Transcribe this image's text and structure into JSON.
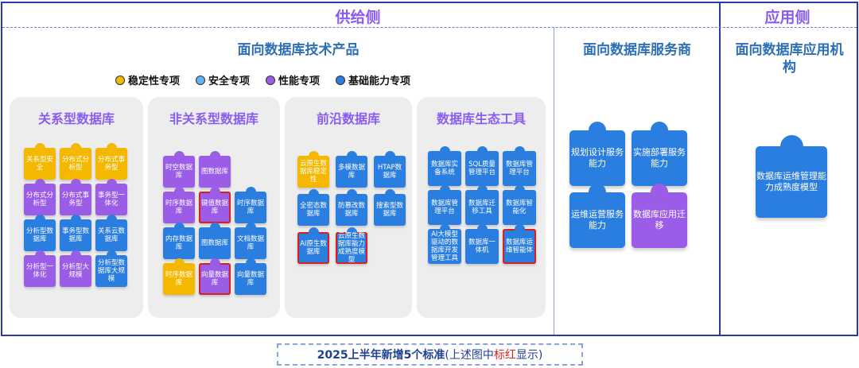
{
  "header": {
    "supply_side": "供给侧",
    "application_side": "应用侧",
    "tech_products": "面向数据库技术产品",
    "service_providers": "面向数据库服务商",
    "app_institutions": "面向数据库应用机构"
  },
  "legend": [
    {
      "label": "稳定性专项",
      "color": "#f5b800"
    },
    {
      "label": "安全专项",
      "color": "#5fb3ef"
    },
    {
      "label": "性能专项",
      "color": "#9b5ce8"
    },
    {
      "label": "基础能力专项",
      "color": "#2a7ee0"
    }
  ],
  "colors": {
    "yellow": "#f5b800",
    "blue": "#2a7ee0",
    "purple": "#9b5ce8",
    "lightblue": "#5fb3ef",
    "red_border": "#d92020",
    "frame": "#2a3aa8"
  },
  "panels": [
    {
      "title": "关系型数据库",
      "pieces": [
        {
          "label": "关系型安全",
          "color": "yellow",
          "red": false
        },
        {
          "label": "分布式分析型",
          "color": "yellow",
          "red": false
        },
        {
          "label": "分布式事务型",
          "color": "yellow",
          "red": false
        },
        {
          "label": "分布式分析型",
          "color": "purple",
          "red": false
        },
        {
          "label": "分布式事务型",
          "color": "purple",
          "red": false
        },
        {
          "label": "事务型一体化",
          "color": "purple",
          "red": false
        },
        {
          "label": "分析型数据库",
          "color": "blue",
          "red": false
        },
        {
          "label": "事务型数据库",
          "color": "blue",
          "red": false
        },
        {
          "label": "关系云数据库",
          "color": "blue",
          "red": false
        },
        {
          "label": "分析型一体化",
          "color": "purple",
          "red": false
        },
        {
          "label": "分析型大规模",
          "color": "purple",
          "red": false
        },
        {
          "label": "分析型数据库大规模",
          "color": "blue",
          "red": false
        }
      ]
    },
    {
      "title": "非关系型数据库",
      "pieces": [
        {
          "label": "时空数据库",
          "color": "purple",
          "red": false
        },
        {
          "label": "图数据库",
          "color": "purple",
          "red": false
        },
        {
          "label": "",
          "color": "none",
          "red": false
        },
        {
          "label": "时序数据库",
          "color": "purple",
          "red": false
        },
        {
          "label": "键值数据库",
          "color": "purple",
          "red": true
        },
        {
          "label": "时序数据库",
          "color": "blue",
          "red": false
        },
        {
          "label": "内存数据库",
          "color": "blue",
          "red": false
        },
        {
          "label": "图数据库",
          "color": "blue",
          "red": false
        },
        {
          "label": "文档数据库",
          "color": "blue",
          "red": false
        },
        {
          "label": "时序数据库",
          "color": "yellow",
          "red": false
        },
        {
          "label": "向量数据库",
          "color": "purple",
          "red": true
        },
        {
          "label": "向量数据库",
          "color": "blue",
          "red": false
        }
      ]
    },
    {
      "title": "前沿数据库",
      "pieces": [
        {
          "label": "云原生数据库稳定性",
          "color": "yellow",
          "red": false
        },
        {
          "label": "多模数据库",
          "color": "blue",
          "red": false
        },
        {
          "label": "HTAP数据库",
          "color": "blue",
          "red": false
        },
        {
          "label": "全密态数据库",
          "color": "blue",
          "red": false
        },
        {
          "label": "防篡改数据库",
          "color": "blue",
          "red": false
        },
        {
          "label": "搜索型数据库",
          "color": "blue",
          "red": false
        },
        {
          "label": "AI原生数据库",
          "color": "blue",
          "red": true
        },
        {
          "label": "云原生数据库能力成熟度模型",
          "color": "blue",
          "red": true
        }
      ]
    },
    {
      "title": "数据库生态工具",
      "pieces": [
        {
          "label": "数据库实备系统",
          "color": "blue",
          "red": false
        },
        {
          "label": "SQL质量管理平台",
          "color": "blue",
          "red": false
        },
        {
          "label": "数据库管理平台",
          "color": "blue",
          "red": false
        },
        {
          "label": "数据库管理平台",
          "color": "blue",
          "red": false
        },
        {
          "label": "数据库迁移工具",
          "color": "blue",
          "red": false
        },
        {
          "label": "数据库智能化",
          "color": "blue",
          "red": false
        },
        {
          "label": "AI大模型驱动的数据库开发管理工具",
          "color": "blue",
          "red": false
        },
        {
          "label": "数据库一体机",
          "color": "blue",
          "red": false
        },
        {
          "label": "数据库运维智能体",
          "color": "blue",
          "red": true
        }
      ]
    }
  ],
  "service_pieces": [
    {
      "label": "规划设计服务能力",
      "color": "blue"
    },
    {
      "label": "实施部署服务能力",
      "color": "blue"
    },
    {
      "label": "运维运营服务能力",
      "color": "blue"
    },
    {
      "label": "数据库应用迁移",
      "color": "purple"
    }
  ],
  "app_piece": {
    "label": "数据库运维管理能力成熟度模型",
    "color": "blue"
  },
  "footer": {
    "prefix": "2025上半年新增5个标准",
    "mid": "(上述图中",
    "red": "标红",
    "suffix": "显示)"
  }
}
